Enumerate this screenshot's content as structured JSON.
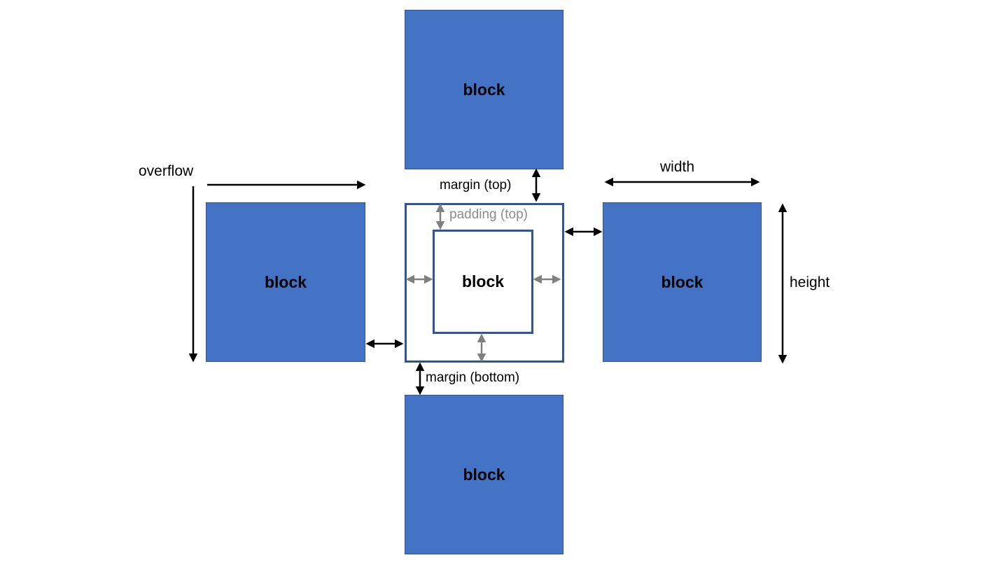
{
  "blocks": {
    "top": "block",
    "left": "block",
    "center": "block",
    "right": "block",
    "bottom": "block"
  },
  "labels": {
    "overflow": "overflow",
    "width": "width",
    "height": "height",
    "margin_top": "margin (top)",
    "padding_top": "padding (top)",
    "margin_bottom": "margin (bottom)"
  },
  "colors": {
    "block_fill": "#4472c4",
    "container_border": "#2f5597",
    "arrow_primary": "#000000",
    "arrow_secondary": "#808080"
  }
}
